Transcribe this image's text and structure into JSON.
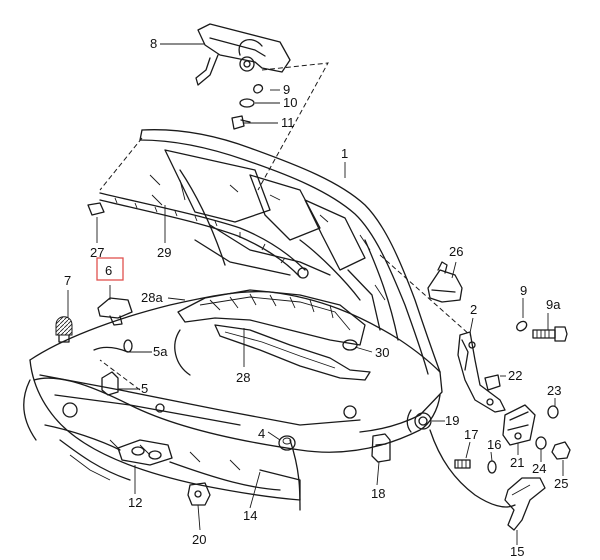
{
  "labels": {
    "p1": "1",
    "p2": "2",
    "p4": "4",
    "p5": "5",
    "p5a": "5a",
    "p6": "6",
    "p7": "7",
    "p8": "8",
    "p9_top": "9",
    "p9_right": "9",
    "p9a": "9a",
    "p10": "10",
    "p11": "11",
    "p12": "12",
    "p14": "14",
    "p15": "15",
    "p16": "16",
    "p17": "17",
    "p18": "18",
    "p19": "19",
    "p20": "20",
    "p21": "21",
    "p22": "22",
    "p23": "23",
    "p24": "24",
    "p25": "25",
    "p26": "26",
    "p27": "27",
    "p28": "28",
    "p28a": "28a",
    "p29": "29",
    "p30": "30"
  },
  "highlight": {
    "label": "p6",
    "color": "#e0524f"
  },
  "colors": {
    "line": "#1a1a1a",
    "background": "#ffffff"
  }
}
